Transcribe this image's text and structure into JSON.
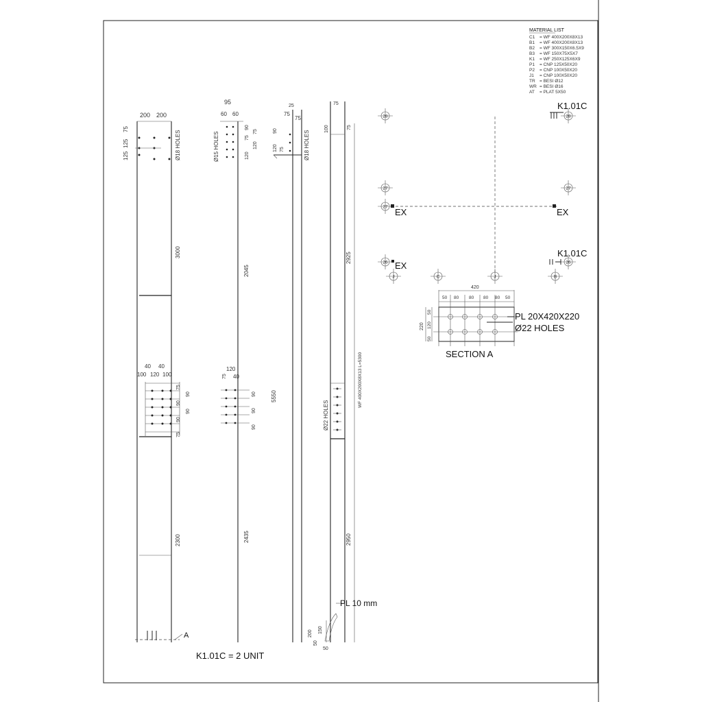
{
  "material_list": {
    "title": "MATERIAL LIST",
    "rows": [
      {
        "code": "C1",
        "desc": "= WF 400X200X8X13"
      },
      {
        "code": "B1",
        "desc": "= WF 400X200X8X13"
      },
      {
        "code": "B2",
        "desc": "= WF 300X150X6.5X9"
      },
      {
        "code": "B3",
        "desc": "= WF 150X75X5X7"
      },
      {
        "code": "K1",
        "desc": "= WF 250X125X6X9"
      },
      {
        "code": "P1",
        "desc": "= CNP 125X50X20"
      },
      {
        "code": "P2",
        "desc": "= CNP 100X50X20"
      },
      {
        "code": "J1",
        "desc": "= CNP 100X50X20"
      },
      {
        "code": "TR",
        "desc": "= BESI Ø12"
      },
      {
        "code": "WR",
        "desc": "= BESI Ø16"
      },
      {
        "code": "AT",
        "desc": "= PLAT 5X50"
      }
    ]
  },
  "views": {
    "v1": {
      "dims": [
        "200",
        "200",
        "125",
        "125",
        "75",
        "Ø18 HOLES",
        "3000",
        "40",
        "40",
        "100",
        "120",
        "100",
        "75",
        "90",
        "90",
        "90",
        "90",
        "75",
        "2300",
        "A"
      ]
    },
    "v2": {
      "dims": [
        "95",
        "60",
        "60",
        "Ø15 HOLES",
        "90",
        "75",
        "120",
        "120",
        "75",
        "2045",
        "5550",
        "120",
        "75",
        "40",
        "90",
        "90",
        "90",
        "2435"
      ]
    },
    "v3": {
      "dims": [
        "25",
        "75",
        "75",
        "90",
        "120",
        "75",
        "Ø18 HOLES"
      ]
    },
    "v4": {
      "dims": [
        "75",
        "100",
        "75",
        "2925",
        "WF 400X200X8X13 L=5300",
        "Ø22 HOLES",
        "2950",
        "PL 10 mm",
        "200",
        "50",
        "150",
        "50"
      ]
    }
  },
  "plan": {
    "grid_bubbles": [
      "28",
      "28",
      "27",
      "27",
      "27",
      "26",
      "26",
      "J",
      "C",
      "J",
      "B"
    ],
    "k1_top": "K1.01C",
    "k1_bottom": "K1.01C",
    "ex_labels": [
      "EX",
      "EX",
      "EX"
    ]
  },
  "section": {
    "dims_top": [
      "420",
      "50",
      "80",
      "80",
      "80",
      "80",
      "50"
    ],
    "dims_side": [
      "220",
      "50",
      "120",
      "50"
    ],
    "callout_plate": "PL 20X420X220",
    "callout_holes": "Ø22 HOLES",
    "title": "SECTION A"
  },
  "footer": {
    "unit_label": "K1.01C = 2 UNIT"
  }
}
